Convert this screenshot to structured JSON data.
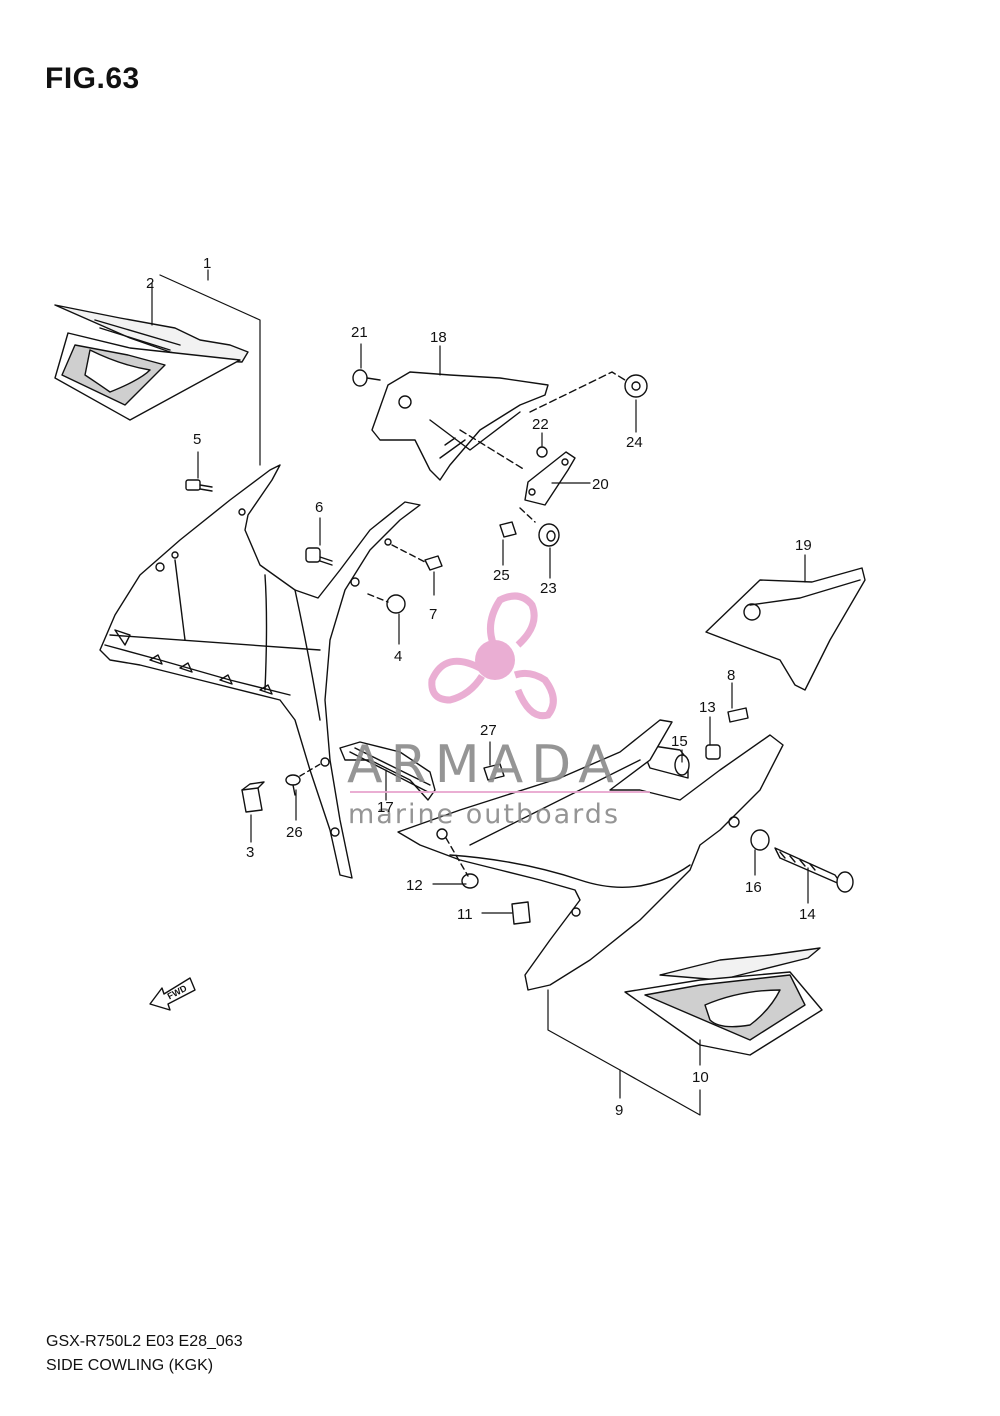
{
  "figure": {
    "title": "FIG.63",
    "footer_line1": "GSX-R750L2 E03 E28_063",
    "footer_line2": "SIDE COWLING (KGK)",
    "fwd_label": "FWD"
  },
  "watermark": {
    "brand": "ARMADA",
    "tagline": "marine outboards",
    "accent_color": "#e8a6cf"
  },
  "callouts": [
    "1",
    "2",
    "3",
    "4",
    "5",
    "6",
    "7",
    "8",
    "9",
    "10",
    "11",
    "12",
    "13",
    "14",
    "15",
    "16",
    "17",
    "18",
    "19",
    "20",
    "21",
    "22",
    "23",
    "24",
    "25",
    "26",
    "27"
  ]
}
